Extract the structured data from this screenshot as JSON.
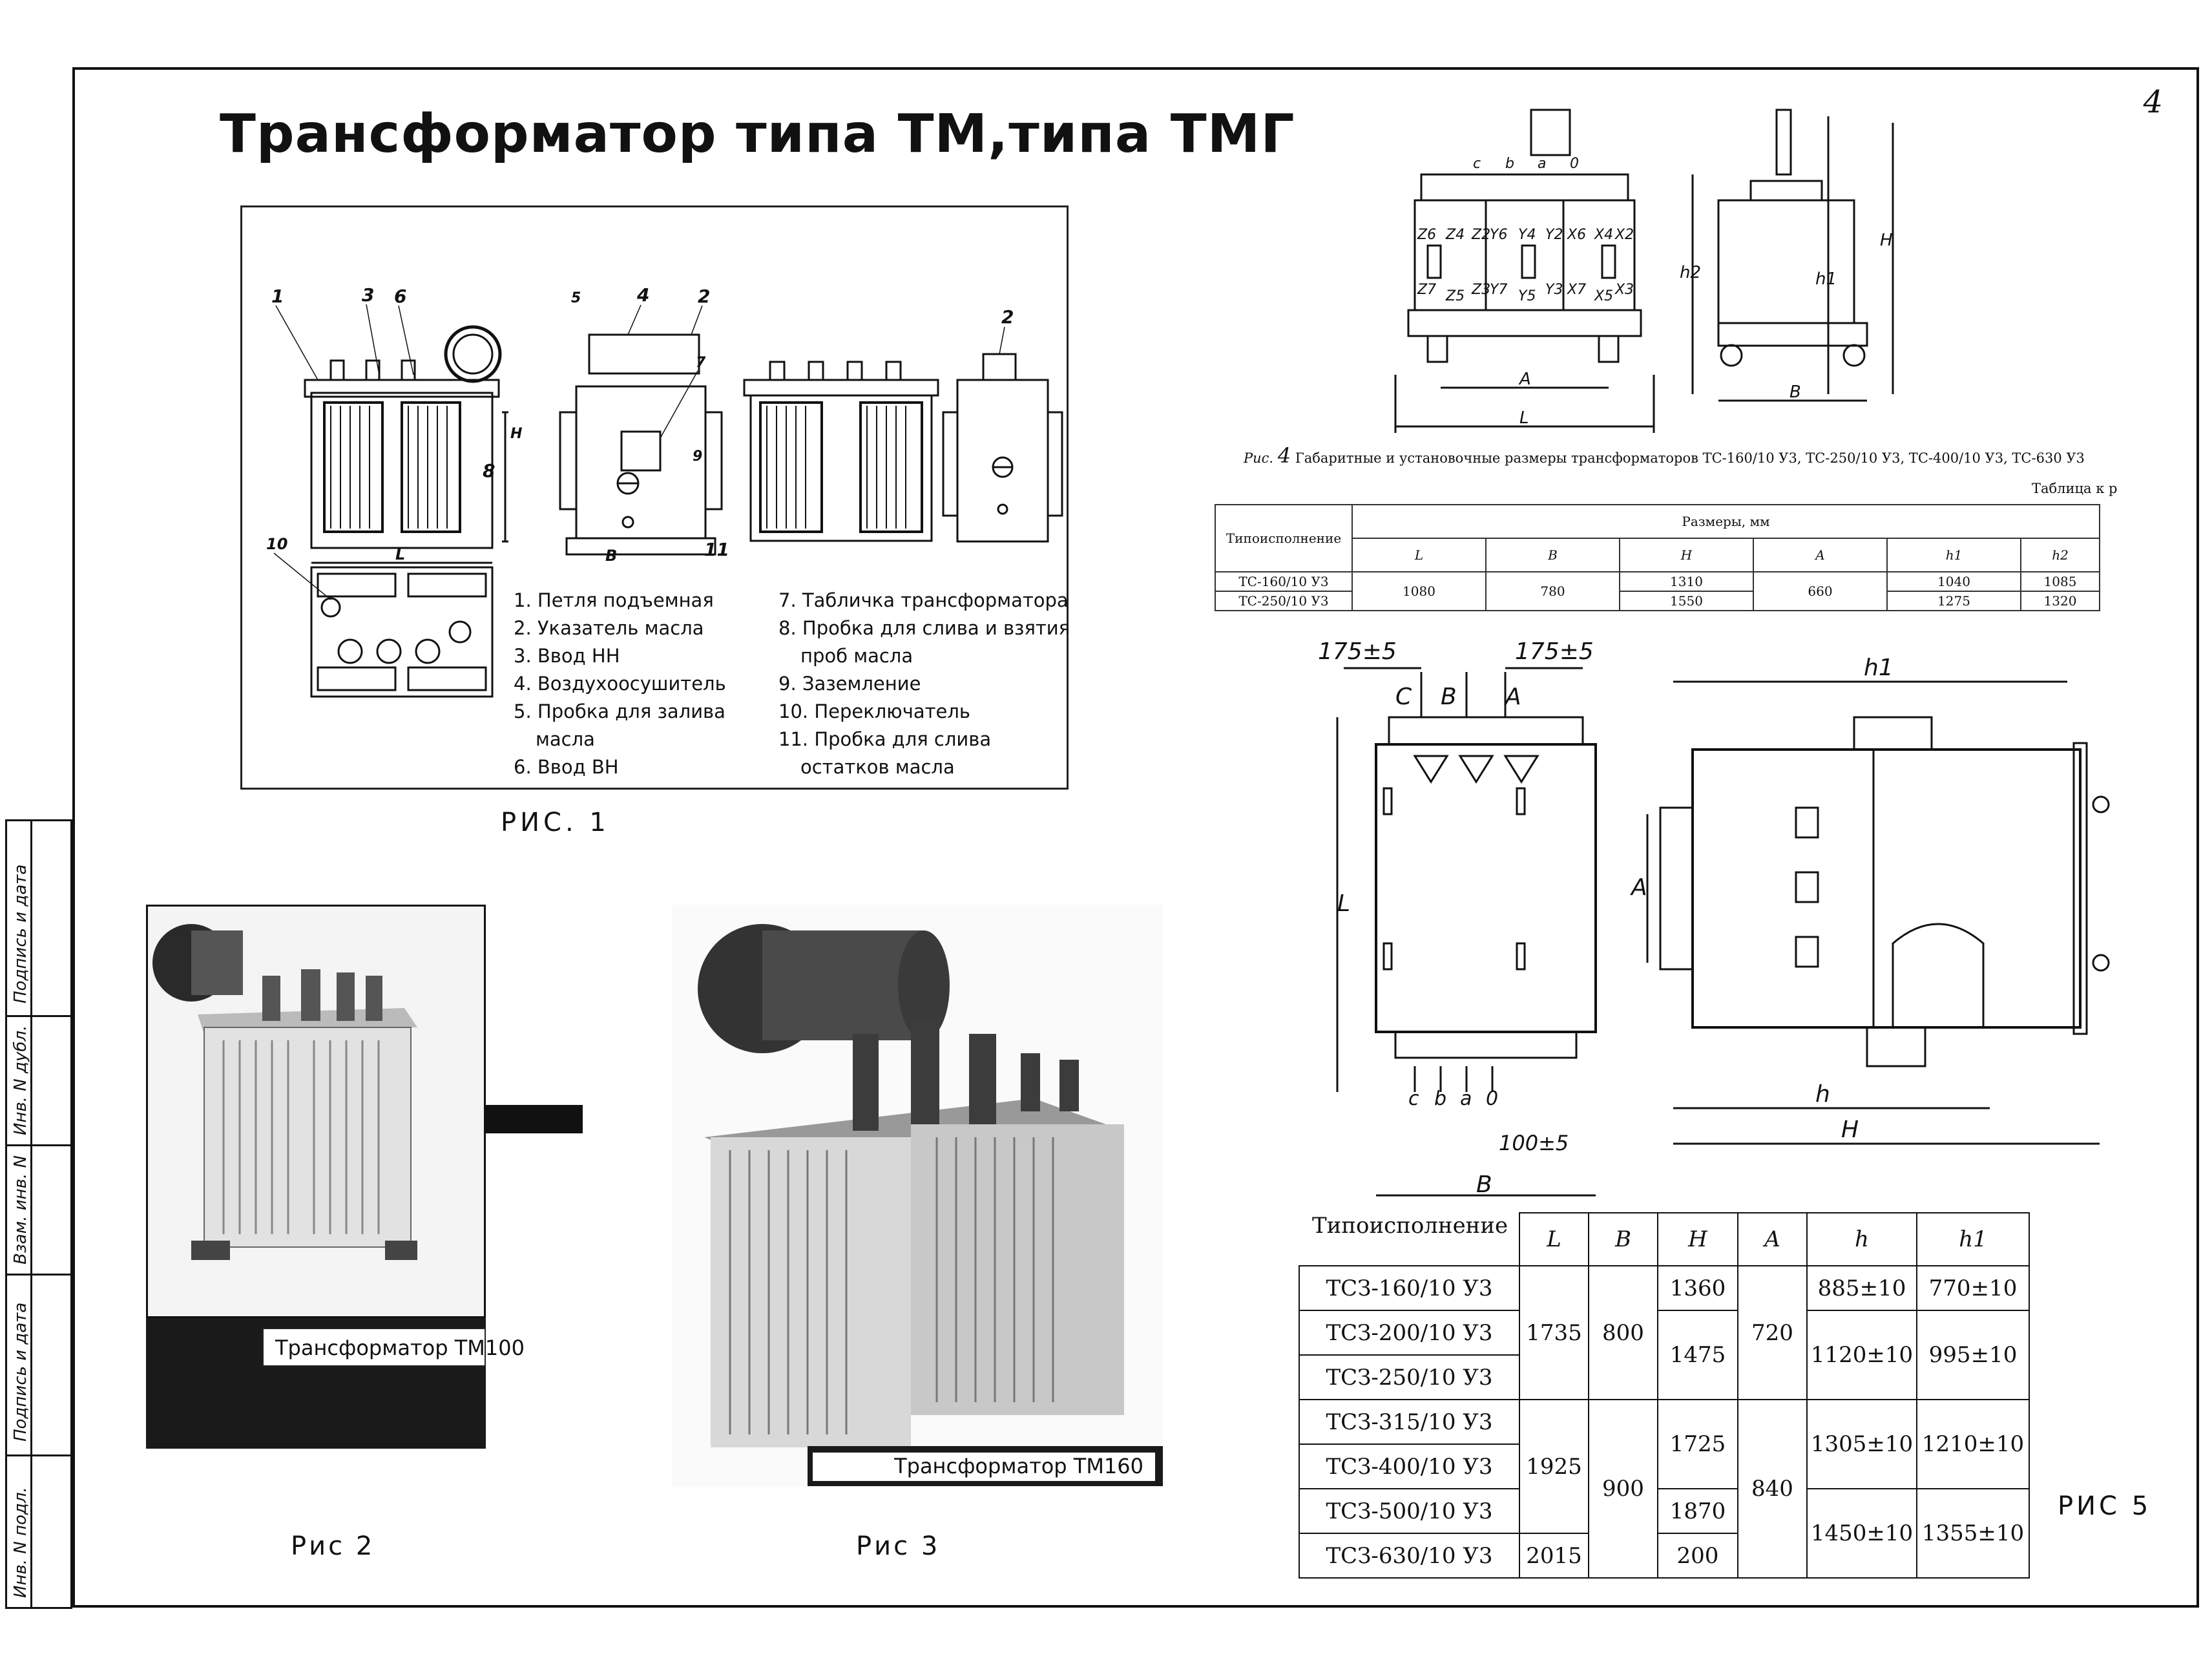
{
  "title": "Трансформатор типа ТМ,типа ТМГ",
  "page_number": "4",
  "sidebar": [
    "Подпись и дата",
    "Инв. N дубл.",
    "Взам. инв. N",
    "Подпись и дата",
    "Инв. N подл."
  ],
  "fig1": {
    "label": "РИС. 1",
    "callouts": [
      "1",
      "3",
      "6",
      "5",
      "4",
      "2",
      "7",
      "8",
      "9",
      "11",
      "2",
      "10"
    ],
    "dims": {
      "height": "H",
      "length": "L",
      "width": "B"
    },
    "legend_left": [
      "1. Петля подъемная",
      "2. Указатель масла",
      "3. Ввод НН",
      "4. Воздухоосушитель",
      "5. Пробка для залива",
      "масла",
      "6. Ввод ВН"
    ],
    "legend_right": [
      "7. Табличка трансформатора",
      "8. Пробка для слива и взятия",
      "проб масла",
      "9. Заземление",
      "10. Переключатель",
      "11. Пробка для слива",
      "остатков масла"
    ]
  },
  "fig2": {
    "label": "Рис 2",
    "caption": "Трансформатор ТМ100"
  },
  "fig3": {
    "label": "Рис 3",
    "caption": "Трансформатор ТМ160"
  },
  "fig4": {
    "caption_prefix": "Рис.",
    "caption_num": "4",
    "caption": "Габаритные и установочные размеры трансформаторов ТС-160/10 У3, ТС-250/10 У3, ТС-400/10 У3, ТС-630 У3",
    "terminals_top": [
      "c",
      "b",
      "a",
      "0"
    ],
    "winding_labels": [
      [
        "Z6",
        "Z4",
        "Z2",
        "Y6",
        "Y4",
        "Y2",
        "X6",
        "X4",
        "X2"
      ],
      [
        "Z7",
        "Z5",
        "Z3",
        "Y7",
        "Y5",
        "Y3",
        "X7",
        "X5",
        "X3"
      ]
    ],
    "dims": {
      "A": "A",
      "L": "L",
      "B": "B",
      "h2": "h2",
      "h1": "h1",
      "H": "H"
    },
    "table_title": "Таблица к р",
    "table": {
      "col_type": "Типоисполнение",
      "group": "Размеры, мм",
      "cols": [
        "L",
        "B",
        "H",
        "A",
        "h1",
        "h2"
      ],
      "rows": [
        {
          "type": "ТС-160/10 У3",
          "L": "1080",
          "B": "780",
          "H": "1310",
          "A": "660",
          "h1": "1040",
          "h2": "1085"
        },
        {
          "type": "ТС-250/10 У3",
          "H": "1550",
          "h1": "1275",
          "h2": "1320"
        }
      ]
    }
  },
  "fig5": {
    "label": "РИС 5",
    "dims_top": [
      "175±5",
      "175±5"
    ],
    "phases_top": [
      "C",
      "B",
      "A"
    ],
    "terminals_bottom": [
      "c",
      "b",
      "a",
      "0"
    ],
    "dim_100": "100±5",
    "dims": {
      "L": "L",
      "B": "B",
      "A": "A",
      "h1": "h1",
      "h": "h",
      "H": "H"
    },
    "table": {
      "header": [
        "Типоисполнение",
        "L",
        "B",
        "H",
        "A",
        "h",
        "h1"
      ],
      "types": [
        "ТСЗ-160/10 У3",
        "ТСЗ-200/10 У3",
        "ТСЗ-250/10 У3",
        "ТСЗ-315/10 У3",
        "ТСЗ-400/10 У3",
        "ТСЗ-500/10 У3",
        "ТСЗ-630/10 У3"
      ],
      "L": [
        "1735",
        "1925",
        "2015"
      ],
      "B": [
        "800",
        "900"
      ],
      "H": [
        "1360",
        "1475",
        "1725",
        "1870",
        "200"
      ],
      "A": [
        "720",
        "840"
      ],
      "h": [
        "885±10",
        "1120±10",
        "1305±10",
        "1450±10"
      ],
      "h1": [
        "770±10",
        "995±10",
        "1210±10",
        "1355±10"
      ]
    }
  }
}
